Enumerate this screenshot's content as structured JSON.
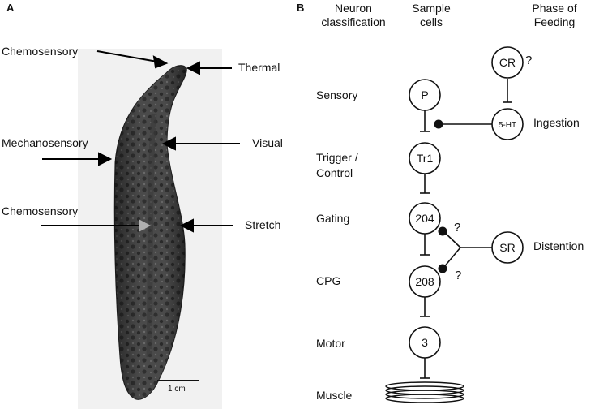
{
  "panel_a": {
    "letter": "A",
    "annotations": {
      "chemosensory_head": "Chemosensory",
      "thermal": "Thermal",
      "mechanosensory": "Mechanosensory",
      "visual": "Visual",
      "chemosensory_body": "Chemosensory",
      "stretch": "Stretch"
    },
    "scale_bar": "1 cm"
  },
  "panel_b": {
    "letter": "B",
    "headers": {
      "neuron_classification": [
        "Neuron",
        "classification"
      ],
      "sample_cells": [
        "Sample",
        "cells"
      ],
      "phase_of_feeding": [
        "Phase of",
        "Feeding"
      ]
    },
    "rows": {
      "sensory": "Sensory",
      "trigger": [
        "Trigger /",
        "Control"
      ],
      "gating": "Gating",
      "cpg": "CPG",
      "motor": "Motor",
      "muscle": "Muscle"
    },
    "cells": {
      "cr": "CR",
      "p": "P",
      "serotonin": "5-HT",
      "tr1": "Tr1",
      "c204": "204",
      "sr": "SR",
      "c208": "208",
      "c3": "3"
    },
    "question_marks": [
      "?",
      "?",
      "?"
    ],
    "phases": {
      "ingestion": "Ingestion",
      "distention": "Distention"
    }
  }
}
